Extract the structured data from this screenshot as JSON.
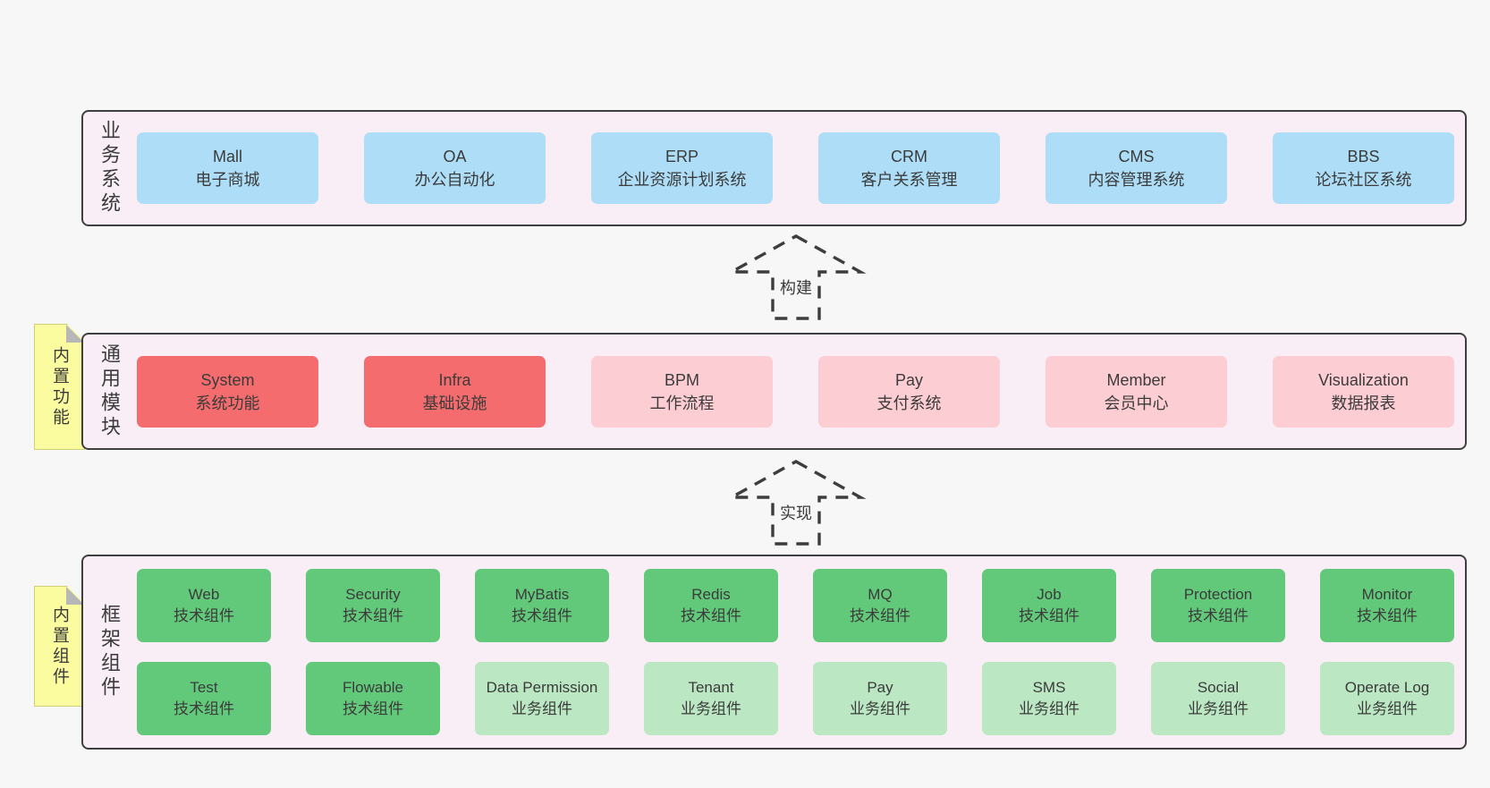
{
  "diagram": {
    "layers": [
      {
        "id": "business-systems",
        "label": "业务系统",
        "boxes": [
          {
            "title": "Mall",
            "subtitle": "电子商城",
            "variant": "blue"
          },
          {
            "title": "OA",
            "subtitle": "办公自动化",
            "variant": "blue"
          },
          {
            "title": "ERP",
            "subtitle": "企业资源计划系统",
            "variant": "blue"
          },
          {
            "title": "CRM",
            "subtitle": "客户关系管理",
            "variant": "blue"
          },
          {
            "title": "CMS",
            "subtitle": "内容管理系统",
            "variant": "blue"
          },
          {
            "title": "BBS",
            "subtitle": "论坛社区系统",
            "variant": "blue"
          }
        ]
      },
      {
        "id": "common-modules",
        "label": "通用模块",
        "note": "内置功能",
        "boxes": [
          {
            "title": "System",
            "subtitle": "系统功能",
            "variant": "red"
          },
          {
            "title": "Infra",
            "subtitle": "基础设施",
            "variant": "red"
          },
          {
            "title": "BPM",
            "subtitle": "工作流程",
            "variant": "pink"
          },
          {
            "title": "Pay",
            "subtitle": "支付系统",
            "variant": "pink"
          },
          {
            "title": "Member",
            "subtitle": "会员中心",
            "variant": "pink"
          },
          {
            "title": "Visualization",
            "subtitle": "数据报表",
            "variant": "pink"
          }
        ]
      },
      {
        "id": "framework-components",
        "label": "框架组件",
        "note": "内置组件",
        "rows": [
          [
            {
              "title": "Web",
              "subtitle": "技术组件",
              "variant": "green"
            },
            {
              "title": "Security",
              "subtitle": "技术组件",
              "variant": "green"
            },
            {
              "title": "MyBatis",
              "subtitle": "技术组件",
              "variant": "green"
            },
            {
              "title": "Redis",
              "subtitle": "技术组件",
              "variant": "green"
            },
            {
              "title": "MQ",
              "subtitle": "技术组件",
              "variant": "green"
            },
            {
              "title": "Job",
              "subtitle": "技术组件",
              "variant": "green"
            },
            {
              "title": "Protection",
              "subtitle": "技术组件",
              "variant": "green"
            },
            {
              "title": "Monitor",
              "subtitle": "技术组件",
              "variant": "green"
            }
          ],
          [
            {
              "title": "Test",
              "subtitle": "技术组件",
              "variant": "green"
            },
            {
              "title": "Flowable",
              "subtitle": "技术组件",
              "variant": "green"
            },
            {
              "title": "Data Permission",
              "subtitle": "业务组件",
              "variant": "light-green"
            },
            {
              "title": "Tenant",
              "subtitle": "业务组件",
              "variant": "light-green"
            },
            {
              "title": "Pay",
              "subtitle": "业务组件",
              "variant": "light-green"
            },
            {
              "title": "SMS",
              "subtitle": "业务组件",
              "variant": "light-green"
            },
            {
              "title": "Social",
              "subtitle": "业务组件",
              "variant": "light-green"
            },
            {
              "title": "Operate Log",
              "subtitle": "业务组件",
              "variant": "light-green"
            }
          ]
        ]
      }
    ],
    "arrows": [
      {
        "id": "build",
        "label": "构建"
      },
      {
        "id": "implement",
        "label": "实现"
      }
    ],
    "colors": {
      "page_bg": "#f7f7f7",
      "layer_bg": "#f9eef6",
      "layer_border": "#3f3f3f",
      "blue": "#aedef7",
      "red": "#f56c6e",
      "pink": "#fccdd3",
      "green": "#62c87a",
      "light_green": "#bbe7c3",
      "note_yellow": "#fbfba0",
      "text": "#3b3b3b"
    }
  }
}
